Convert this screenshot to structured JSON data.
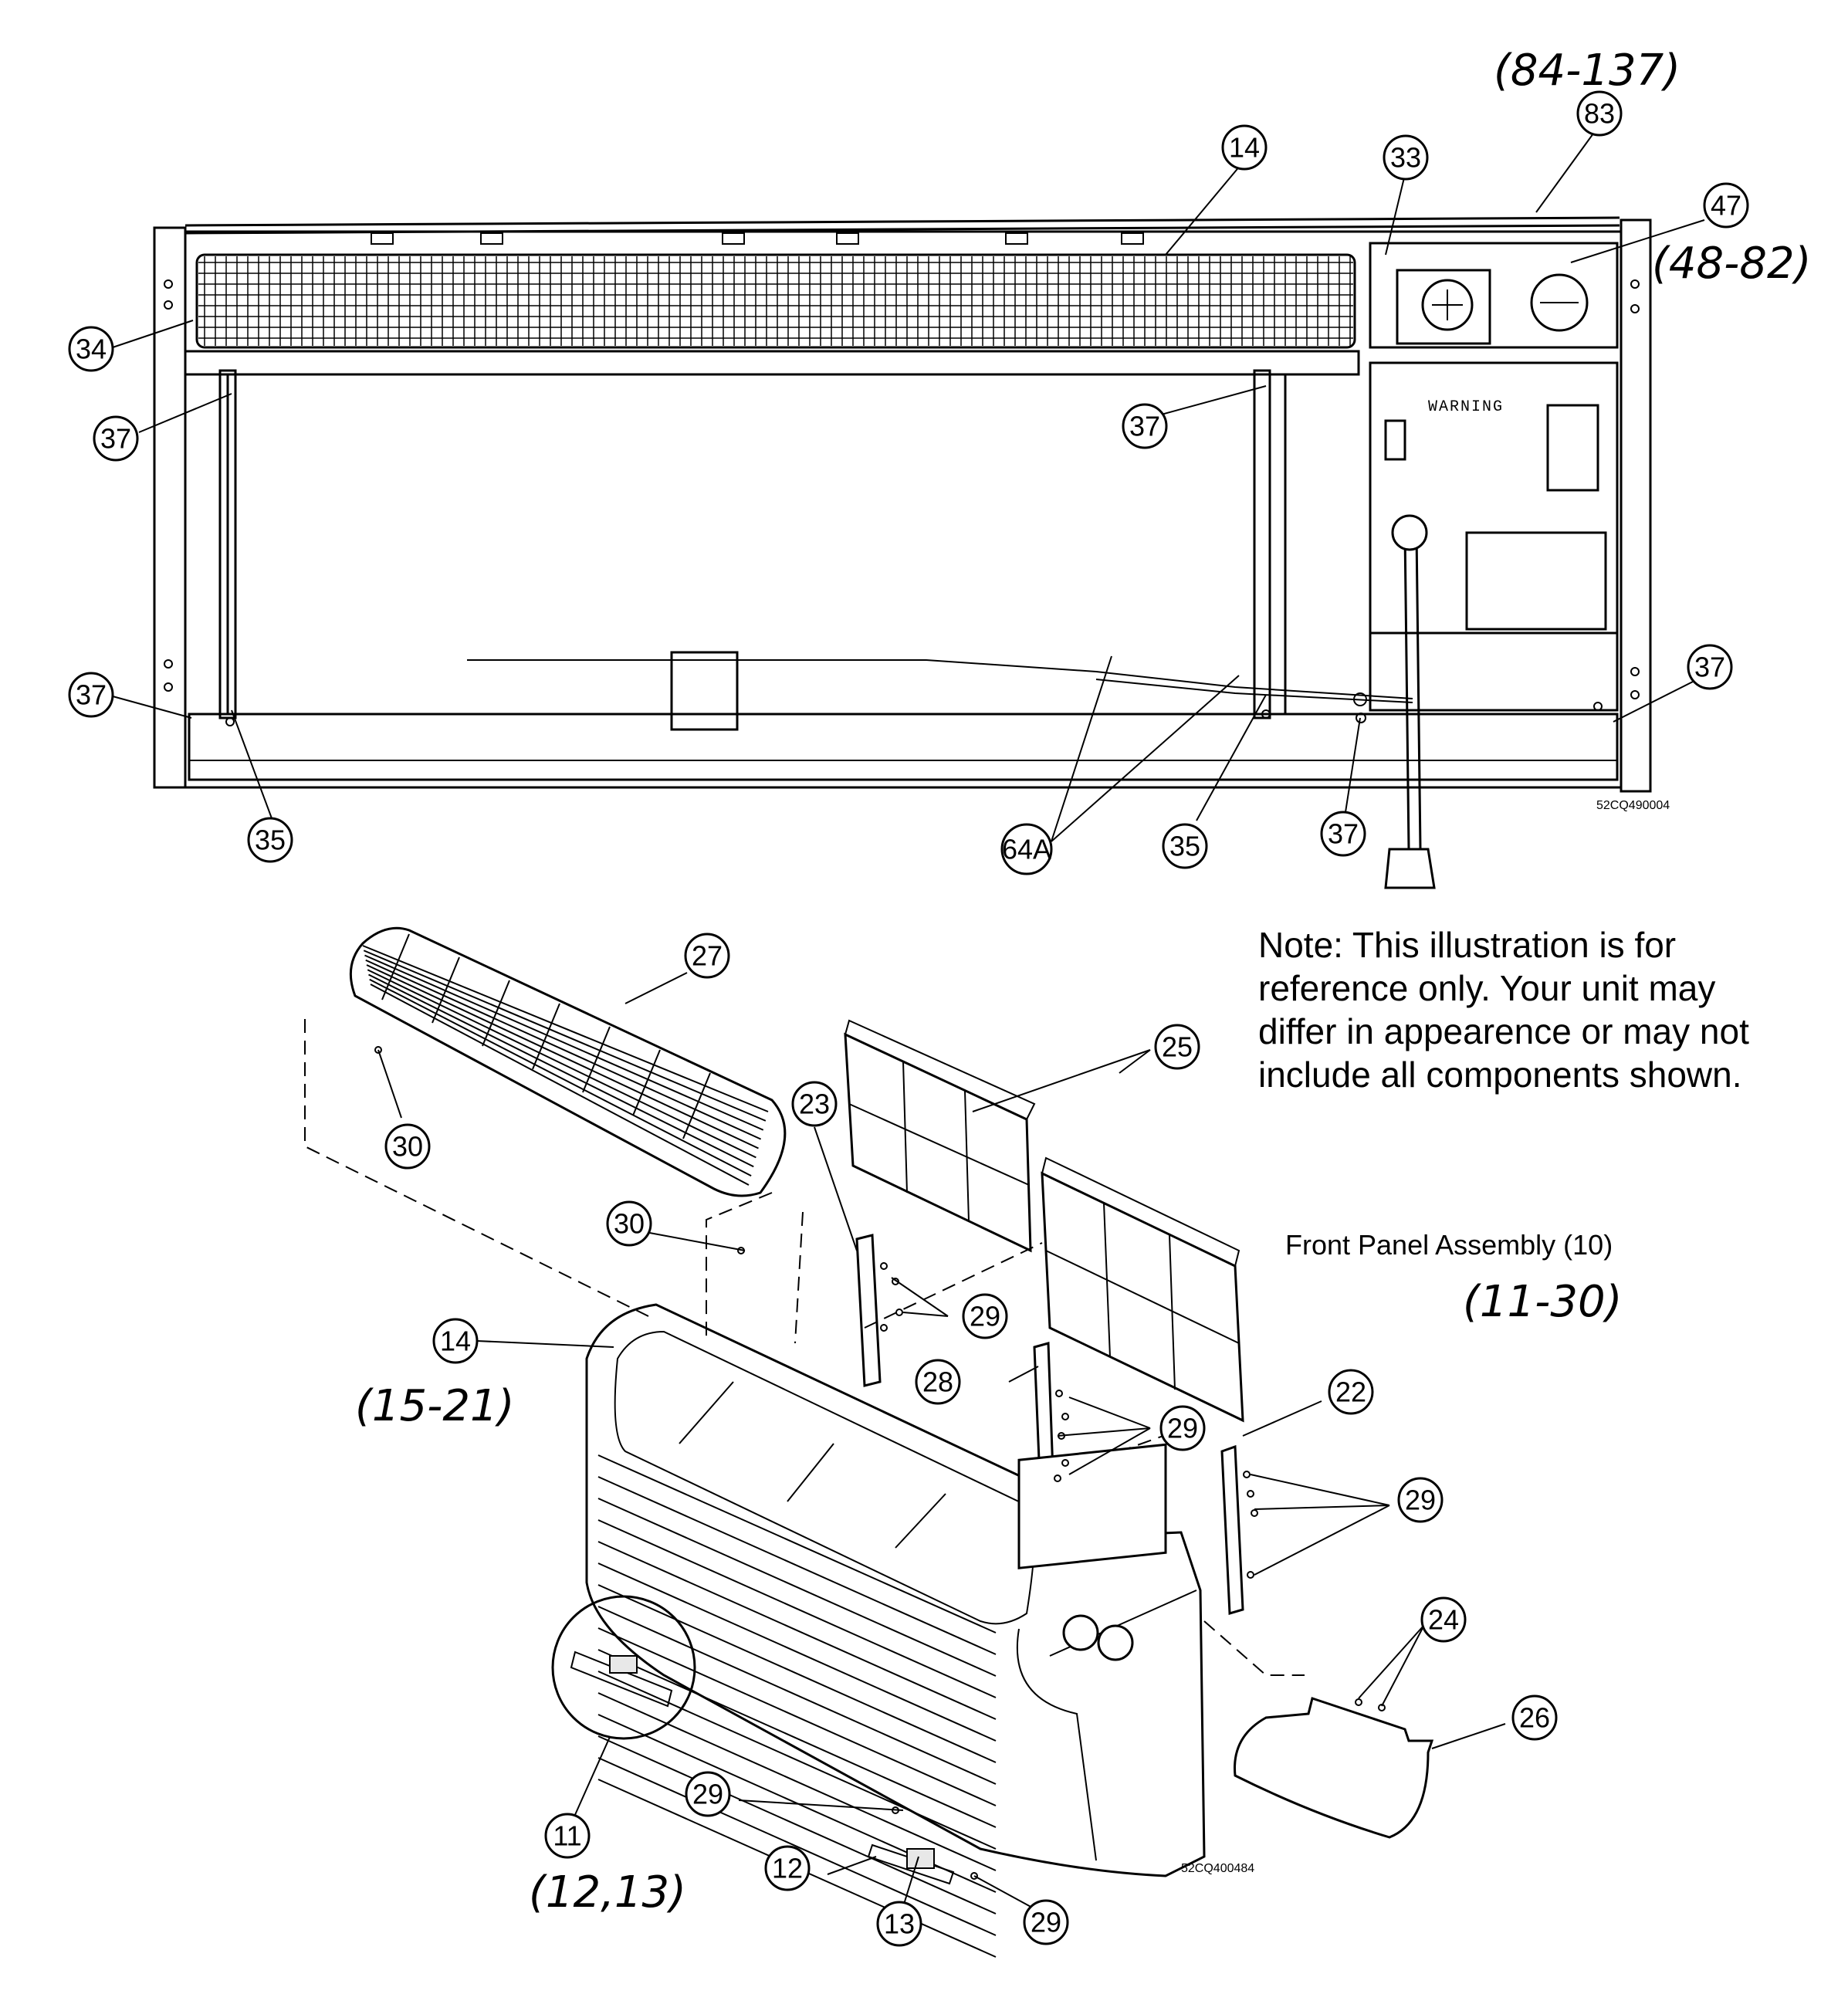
{
  "diagram": {
    "note_lines": [
      "Note: This illustration is for",
      "reference only. Your unit may",
      "differ in appearence or may not",
      "include all components shown."
    ],
    "front_panel_label": "Front Panel Assembly (10)",
    "warning_label": "WARNING",
    "drawing_ids": {
      "top": "52CQ490004",
      "bottom": "52CQ400484"
    },
    "handwritten": {
      "top_range": "(84-137)",
      "range_47": "(48-82)",
      "range_10": "(11-30)",
      "range_14": "(15-21)",
      "range_11": "(12,13)"
    },
    "callouts": {
      "c83": "83",
      "c14_top": "14",
      "c33": "33",
      "c47": "47",
      "c34": "34",
      "c37_a": "37",
      "c37_b": "37",
      "c37_c": "37",
      "c37_d": "37",
      "c37_e": "37",
      "c35_a": "35",
      "c35_b": "35",
      "c64A": "64A",
      "c27": "27",
      "c25": "25",
      "c23": "23",
      "c30_a": "30",
      "c30_b": "30",
      "c29_a": "29",
      "c29_b": "29",
      "c29_c": "29",
      "c29_d": "29",
      "c29_e": "29",
      "c28": "28",
      "c22": "22",
      "c14_bot": "14",
      "c24": "24",
      "c26": "26",
      "c11": "11",
      "c12": "12",
      "c13": "13"
    }
  }
}
